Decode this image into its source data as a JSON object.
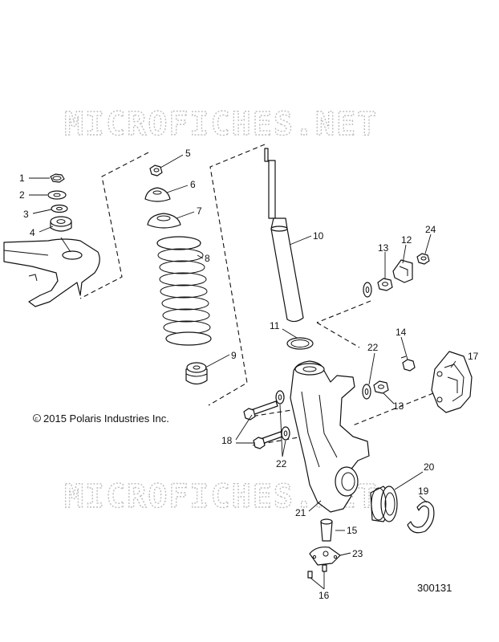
{
  "watermark": "MICROFICHES.NET",
  "copyright": "2015 Polaris Industries Inc.",
  "copyright_symbol": "c",
  "figure_number": "300131",
  "callouts": {
    "c1": "1",
    "c2": "2",
    "c3": "3",
    "c4": "4",
    "c5": "5",
    "c6": "6",
    "c7": "7",
    "c8": "8",
    "c9": "9",
    "c10": "10",
    "c11": "11",
    "c12": "12",
    "c13a": "13",
    "c13b": "13",
    "c14": "14",
    "c15": "15",
    "c16": "16",
    "c17": "17",
    "c18": "18",
    "c19": "19",
    "c20": "20",
    "c21": "21",
    "c22a": "22",
    "c22b": "22",
    "c23": "23",
    "c24": "24"
  }
}
